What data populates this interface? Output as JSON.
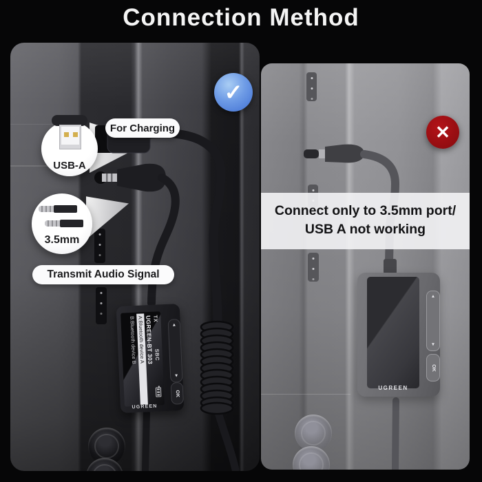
{
  "title": "Connection Method",
  "icons": {
    "check": "✓",
    "cross": "✕",
    "up_arrow": "▲",
    "down_arrow": "▼"
  },
  "left_panel": {
    "result": "correct",
    "usb_callout": {
      "label": "USB-A",
      "tag": "For Charging"
    },
    "aux_callout": {
      "label": "3.5mm",
      "tag": "Transmit Audio Signal"
    },
    "device": {
      "status": "TX",
      "codec": "SBC",
      "model": "UGREEN-BT 303",
      "menu": [
        {
          "label": "A:Bluetooth device A",
          "selected": true
        },
        {
          "label": "B:Bluetooth device B",
          "selected": false
        }
      ],
      "ok_label": "OK",
      "brand": "UGREEN"
    }
  },
  "right_panel": {
    "result": "incorrect",
    "warning_line1": "Connect only to 3.5mm port/",
    "warning_line2": "USB A not working",
    "device": {
      "ok_label": "OK",
      "brand": "UGREEN"
    }
  },
  "colors": {
    "background": "#060607",
    "check_blue": "#4f7fd9",
    "cross_red": "#9e1015",
    "banner_bg": "rgba(243,243,245,0.9)",
    "pill_bg": "#fbfbfc"
  }
}
